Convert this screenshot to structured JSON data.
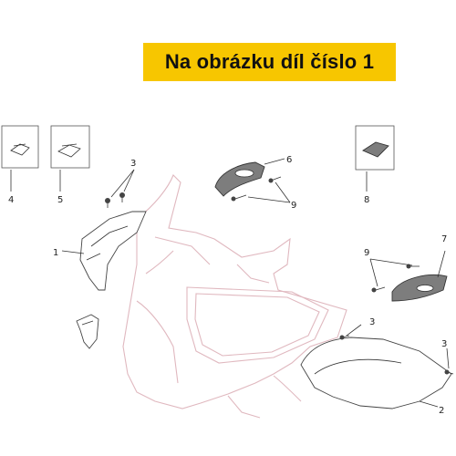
{
  "banner": {
    "text": "Na obrázku díl číslo 1"
  },
  "callouts": [
    "1",
    "2",
    "3",
    "3",
    "3",
    "4",
    "5",
    "6",
    "7",
    "8",
    "9",
    "9"
  ],
  "colors": {
    "banner_bg": "#f7c600",
    "frame_outline": "#e0b8bf",
    "line": "#333333"
  }
}
